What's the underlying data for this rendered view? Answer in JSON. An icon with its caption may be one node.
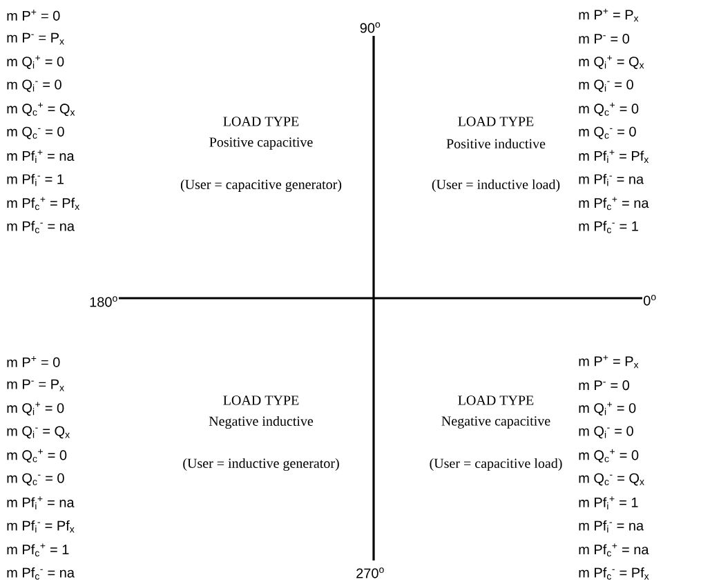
{
  "diagram": {
    "labels": [
      "m P$^{+}$ = 0",
      "m P$^{-}$ = P$_{x}$",
      "m Q$_{i}$$^{+}$ = 0",
      "m Q$_{i}$$^{-}$ = 0",
      "m Q$_{c}$$^{+}$ = Q$_{x}$",
      "m Q$_{c}$$^{-}$ = 0",
      "m Pf$_{i}$$^{+}$ = na",
      "m Pf$_{i}$$^{-}$ = 1",
      "m Pf$_{c}$$^{+}$ = Pf$_{x}$",
      "m Pf$_{c}$$^{-}$ = na",
      "90$^{o}$",
      "m P$^{+}$ = P$_{x}$",
      "m P$^{-}$ = 0",
      "m Q$_{i}$$^{+}$ = Q$_{x}$",
      "m Q$_{i}$$^{-}$ = 0",
      "m Q$_{c}$$^{+}$ = 0",
      "m Q$_{c}$$^{-}$ = 0",
      "m Pf$_{i}$$^{+}$ = Pf$_{x}$",
      "m Pf$_{i}$$^{-}$ = na",
      "m Pf$_{c}$$^{+}$ = na",
      "m Pf$_{c}$$^{-}$ = 1",
      "LOAD TYPE",
      "Positive capacitive",
      "(User = capacitive generator)",
      "LOAD TYPE",
      "Positive inductive",
      "(User = inductive load)",
      "180$^{o}$",
      "0$^{o}$",
      "m P$^{+}$ = 0",
      "m P$^{-}$ = P$_{x}$",
      "m Q$_{i}$$^{+}$ = 0",
      "m Q$_{i}$$^{-}$ = Q$_{x}$",
      "m Q$_{c}$$^{+}$ = 0",
      "m Q$_{c}$$^{-}$ = 0",
      "m Pf$_{i}$$^{+}$ = na",
      "m Pf$_{i}$$^{-}$ = Pf$_{x}$",
      "m Pf$_{c}$$^{+}$ = 1",
      "m Pf$_{c}$$^{-}$ = na",
      "LOAD TYPE",
      "Negative inductive",
      "(User = inductive generator)",
      "LOAD TYPE",
      "Negative capacitive",
      "(User = capacitive load)",
      "m P$^{+}$ = P$_{x}$",
      "m P$^{-}$ = 0",
      "m Q$_{i}$$^{+}$ = 0",
      "m Q$_{i}$$^{-}$ = 0",
      "m Q$_{c}$$^{+}$ = 0",
      "m Q$_{c}$$^{-}$ = Q$_{x}$",
      "m Pf$_{i}$$^{+}$ = 1",
      "m Pf$_{i}$$^{-}$ = na",
      "m Pf$_{c}$$^{+}$ = na",
      "m Pf$_{c}$$^{-}$ = Pf$_{x}$",
      "270$^{o}$"
    ]
  }
}
